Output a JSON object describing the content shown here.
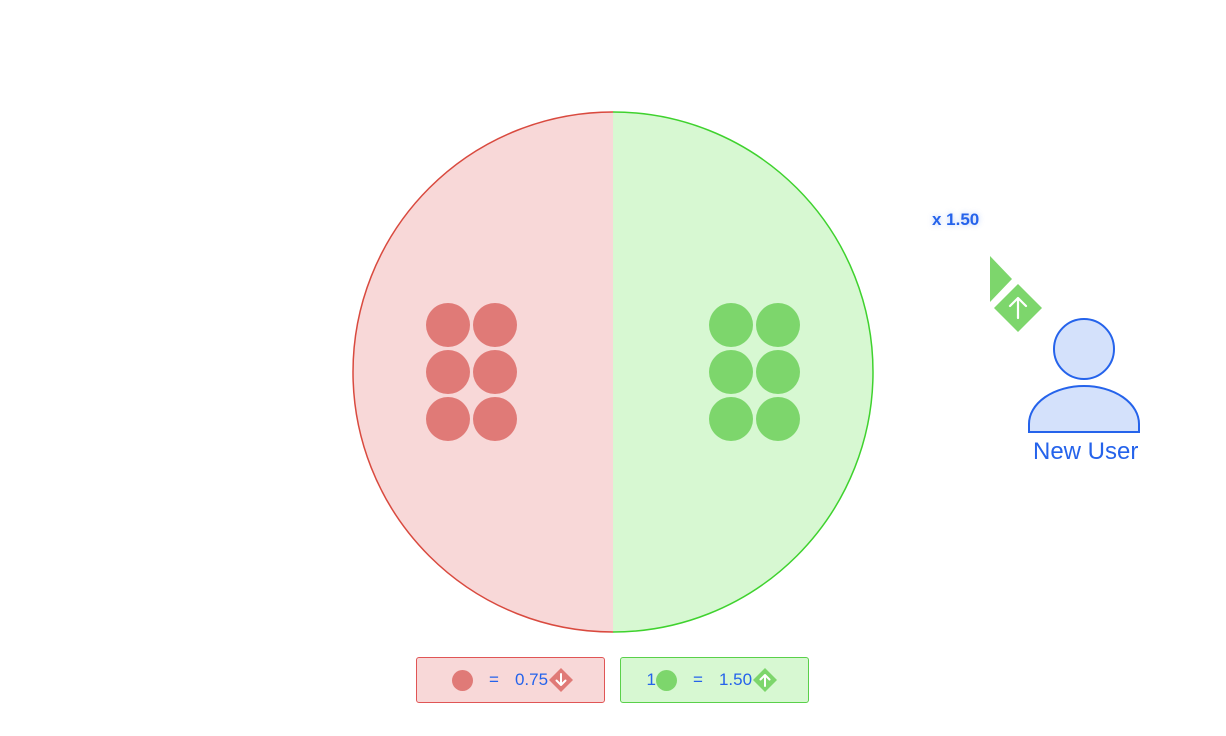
{
  "colors": {
    "red_fill": "#f8d8d8",
    "red_stroke": "#d94a3f",
    "red_dot": "#e07a77",
    "green_fill": "#d7f8d2",
    "green_stroke": "#3fd22e",
    "green_dot": "#7dd66c",
    "blue_text": "#2563eb",
    "user_fill": "#d4e1fb",
    "user_stroke": "#2563eb"
  },
  "circle": {
    "left_dot_count": 6,
    "right_dot_count": 6
  },
  "multiplier_label": "x 1.50",
  "user": {
    "label": "New User",
    "icon": "user-icon"
  },
  "arrow_icon": "up-arrow-diamond-icon",
  "legend": [
    {
      "prefix": "",
      "equals": "=",
      "value": "0.75",
      "icon": "down-arrow-diamond-icon"
    },
    {
      "prefix": "1",
      "equals": "=",
      "value": "1.50",
      "icon": "up-arrow-diamond-icon"
    }
  ]
}
